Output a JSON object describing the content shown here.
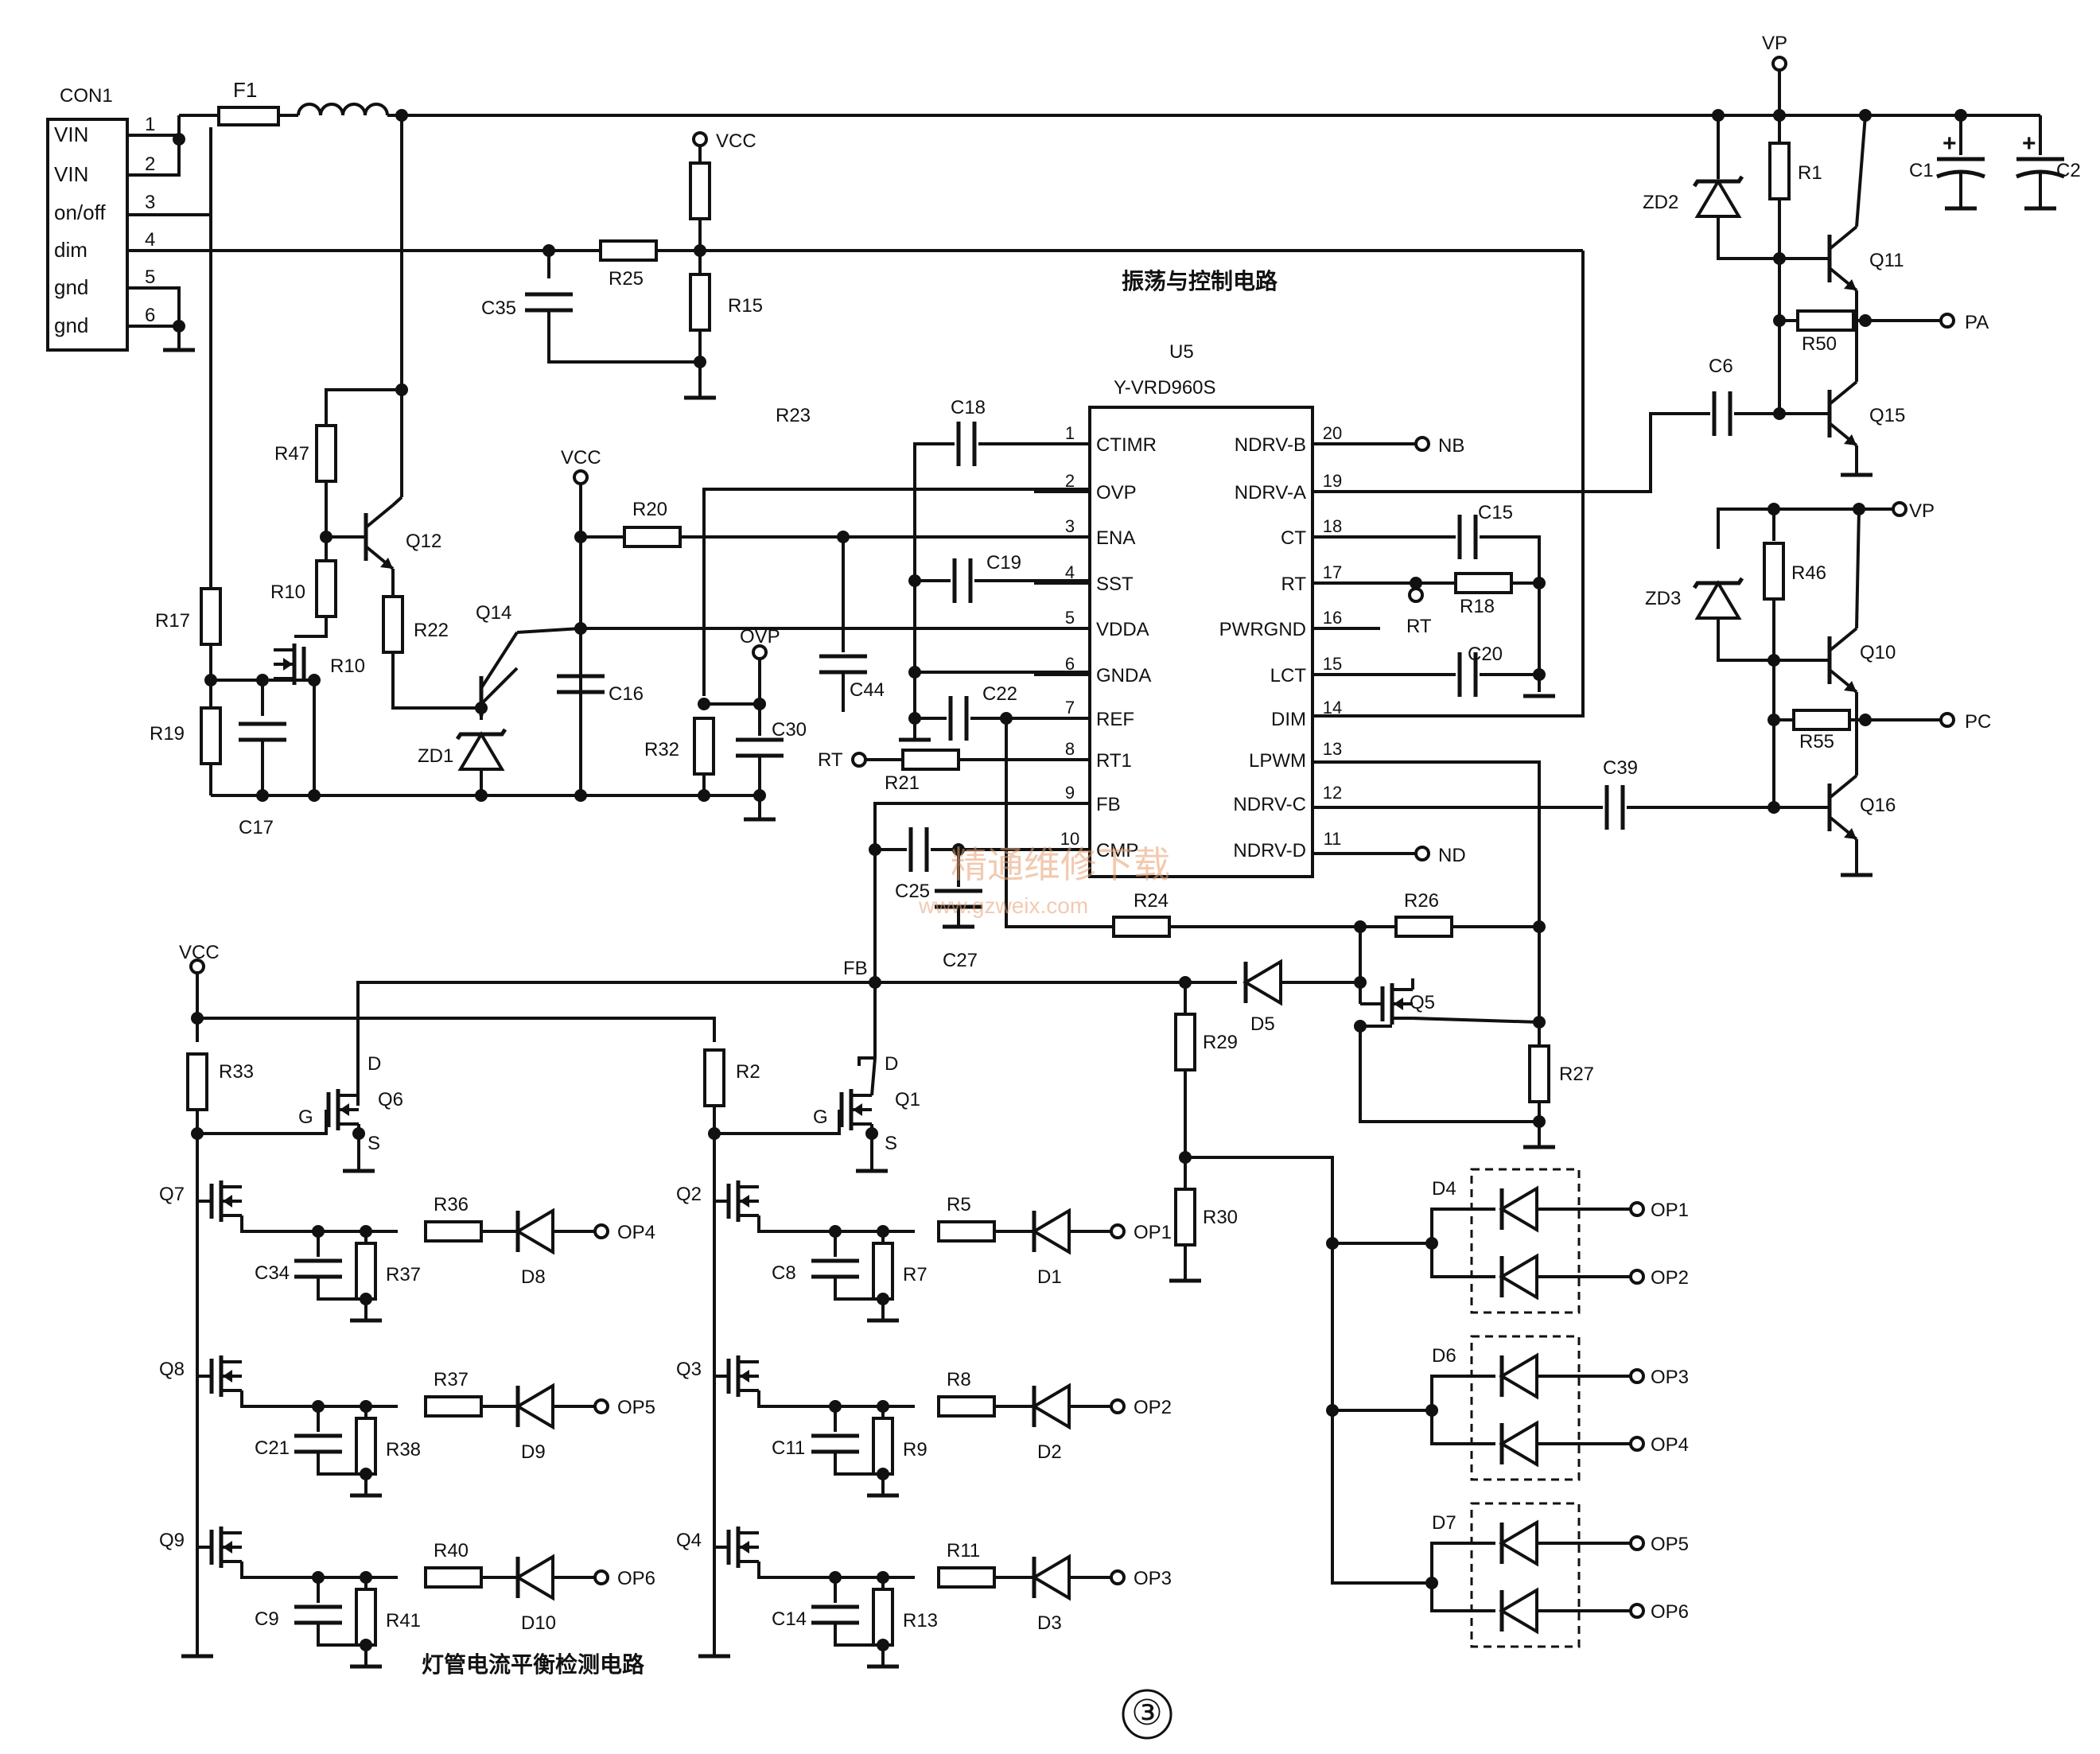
{
  "connector": {
    "name": "CON1",
    "pins": [
      {
        "num": "1",
        "label": "VIN"
      },
      {
        "num": "2",
        "label": "VIN"
      },
      {
        "num": "3",
        "label": "on/off"
      },
      {
        "num": "4",
        "label": "dim"
      },
      {
        "num": "5",
        "label": "gnd"
      },
      {
        "num": "6",
        "label": "gnd"
      }
    ]
  },
  "ic": {
    "ref": "U5",
    "part": "Y-VRD960S",
    "left_pins": [
      {
        "num": "1",
        "label": "CTIMR"
      },
      {
        "num": "2",
        "label": "OVP"
      },
      {
        "num": "3",
        "label": "ENA"
      },
      {
        "num": "4",
        "label": "SST"
      },
      {
        "num": "5",
        "label": "VDDA"
      },
      {
        "num": "6",
        "label": "GNDA"
      },
      {
        "num": "7",
        "label": "REF"
      },
      {
        "num": "8",
        "label": "RT1"
      },
      {
        "num": "9",
        "label": "FB"
      },
      {
        "num": "10",
        "label": "CMP"
      }
    ],
    "right_pins": [
      {
        "num": "20",
        "label": "NDRV-B"
      },
      {
        "num": "19",
        "label": "NDRV-A"
      },
      {
        "num": "18",
        "label": "CT"
      },
      {
        "num": "17",
        "label": "RT"
      },
      {
        "num": "16",
        "label": "PWRGND"
      },
      {
        "num": "15",
        "label": "LCT"
      },
      {
        "num": "14",
        "label": "DIM"
      },
      {
        "num": "13",
        "label": "LPWM"
      },
      {
        "num": "12",
        "label": "NDRV-C"
      },
      {
        "num": "11",
        "label": "NDRV-D"
      }
    ]
  },
  "section_titles": {
    "oscillator": "振荡与控制电路",
    "lamp_balance": "灯管电流平衡检测电路"
  },
  "figure_number": "③",
  "watermark": {
    "line1": "精通维修下载",
    "line2": "www.gzweix.com"
  },
  "labels": {
    "f1": "F1",
    "vcc_a": "VCC",
    "r15": "R15",
    "r25": "R25",
    "c35": "C35",
    "r23": "R23",
    "r47": "R47",
    "q12": "Q12",
    "r10a": "R10",
    "r10b": "R10",
    "r17": "R17",
    "r19": "R19",
    "c17": "C17",
    "r22": "R22",
    "q14": "Q14",
    "zd1": "ZD1",
    "vcc_b": "VCC",
    "r20": "R20",
    "c16": "C16",
    "c44": "C44",
    "r32": "R32",
    "ovp": "OVP",
    "c30": "C30",
    "c18": "C18",
    "c19": "C19",
    "c22": "C22",
    "rt_a": "RT",
    "r21": "R21",
    "c25": "C25",
    "c27": "C27",
    "r24": "R24",
    "r26": "R26",
    "c15": "C15",
    "r18": "R18",
    "rt_b": "RT",
    "c20": "C20",
    "nb": "NB",
    "nd": "ND",
    "c39": "C39",
    "vp_a": "VP",
    "r1": "R1",
    "zd2": "ZD2",
    "q11": "Q11",
    "c1": "C1",
    "c2": "C2",
    "r50": "R50",
    "pa": "PA",
    "c6": "C6",
    "q15": "Q15",
    "vp_b": "VP",
    "zd3": "ZD3",
    "r46": "R46",
    "q10": "Q10",
    "r55": "R55",
    "pc": "PC",
    "q16": "Q16",
    "vcc_c": "VCC",
    "fb": "FB",
    "r33": "R33",
    "q6": "Q6",
    "q6_d": "D",
    "q6_g": "G",
    "q6_s": "S",
    "r2": "R2",
    "q1": "Q1",
    "q1_d": "D",
    "q1_g": "G",
    "q1_s": "S",
    "q7": "Q7",
    "q8": "Q8",
    "q9": "Q9",
    "q2": "Q2",
    "q3": "Q3",
    "q4": "Q4",
    "r36": "R36",
    "c34": "C34",
    "r37a": "R37",
    "d8": "D8",
    "op4a": "OP4",
    "r37b": "R37",
    "c21": "C21",
    "r38": "R38",
    "d9": "D9",
    "op5a": "OP5",
    "r40": "R40",
    "c9": "C9",
    "r41": "R41",
    "d10": "D10",
    "op6a": "OP6",
    "r5": "R5",
    "c8": "C8",
    "r7": "R7",
    "d1": "D1",
    "op1a": "OP1",
    "r8": "R8",
    "c11": "C11",
    "r9": "R9",
    "d2": "D2",
    "op2a": "OP2",
    "r11": "R11",
    "c14": "C14",
    "r13": "R13",
    "d3": "D3",
    "op3a": "OP3",
    "d5": "D5",
    "q5": "Q5",
    "r29": "R29",
    "r30": "R30",
    "r27": "R27",
    "d4": "D4",
    "d6": "D6",
    "d7": "D7",
    "op1b": "OP1",
    "op2b": "OP2",
    "op3b": "OP3",
    "op4b": "OP4",
    "op5b": "OP5",
    "op6b": "OP6"
  }
}
